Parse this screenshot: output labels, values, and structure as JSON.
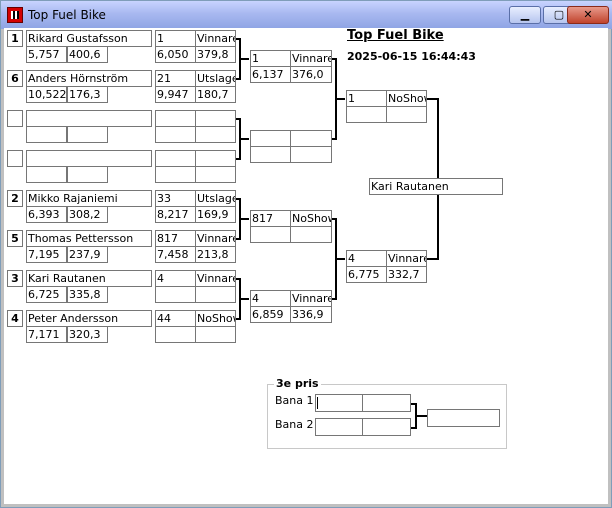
{
  "window": {
    "title": "Top Fuel Bike",
    "buttons": {
      "minimize": "▁",
      "maximize": "▢",
      "close": "✕"
    }
  },
  "header": {
    "event_title": "Top Fuel Bike",
    "timestamp": "2025-06-15 16:44:43"
  },
  "bracket": {
    "round1": [
      {
        "lane": "1",
        "name": "Rikard Gustafsson",
        "et": "5,757",
        "speed": "400,6"
      },
      {
        "lane": "6",
        "name": "Anders Hörnström",
        "et": "10,522",
        "speed": "176,3"
      },
      {
        "lane": "",
        "name": "",
        "et": "",
        "speed": ""
      },
      {
        "lane": "",
        "name": "",
        "et": "",
        "speed": ""
      },
      {
        "lane": "2",
        "name": "Mikko Rajaniemi",
        "et": "6,393",
        "speed": "308,2"
      },
      {
        "lane": "5",
        "name": "Thomas Pettersson",
        "et": "7,195",
        "speed": "237,9"
      },
      {
        "lane": "3",
        "name": "Kari Rautanen",
        "et": "6,725",
        "speed": "335,8"
      },
      {
        "lane": "4",
        "name": "Peter Andersson",
        "et": "7,171",
        "speed": "320,3"
      }
    ],
    "round1_results": [
      {
        "num": "1",
        "result": "Vinnare",
        "et": "6,050",
        "speed": "379,8"
      },
      {
        "num": "21",
        "result": "Utslagen",
        "et": "9,947",
        "speed": "180,7"
      },
      {
        "num": "",
        "result": "",
        "et": "",
        "speed": ""
      },
      {
        "num": "",
        "result": "",
        "et": "",
        "speed": ""
      },
      {
        "num": "33",
        "result": "Utslagen",
        "et": "8,217",
        "speed": "169,9"
      },
      {
        "num": "817",
        "result": "Vinnare",
        "et": "7,458",
        "speed": "213,8"
      },
      {
        "num": "4",
        "result": "Vinnare",
        "et": "",
        "speed": ""
      },
      {
        "num": "44",
        "result": "NoShow",
        "et": "",
        "speed": ""
      }
    ],
    "round2": [
      {
        "num": "1",
        "result": "Vinnare",
        "et": "6,137",
        "speed": "376,0"
      },
      {
        "num": "",
        "result": "",
        "et": "",
        "speed": ""
      },
      {
        "num": "817",
        "result": "NoShow",
        "et": "",
        "speed": ""
      },
      {
        "num": "4",
        "result": "Vinnare",
        "et": "6,859",
        "speed": "336,9"
      }
    ],
    "semis": [
      {
        "num": "1",
        "result": "NoShow",
        "et": "",
        "speed": ""
      },
      {
        "num": "4",
        "result": "Vinnare",
        "et": "6,775",
        "speed": "332,7"
      }
    ],
    "champion": "Kari Rautanen"
  },
  "third_place": {
    "legend": "3e pris",
    "lanes": [
      {
        "label": "Bana 1",
        "value_a": "",
        "value_b": ""
      },
      {
        "label": "Bana 2",
        "value_a": "",
        "value_b": ""
      }
    ],
    "winner": ""
  },
  "colors": {
    "titlebar": "#a8b8f0",
    "cell_border": "#767676",
    "bracket_line": "#000000"
  }
}
